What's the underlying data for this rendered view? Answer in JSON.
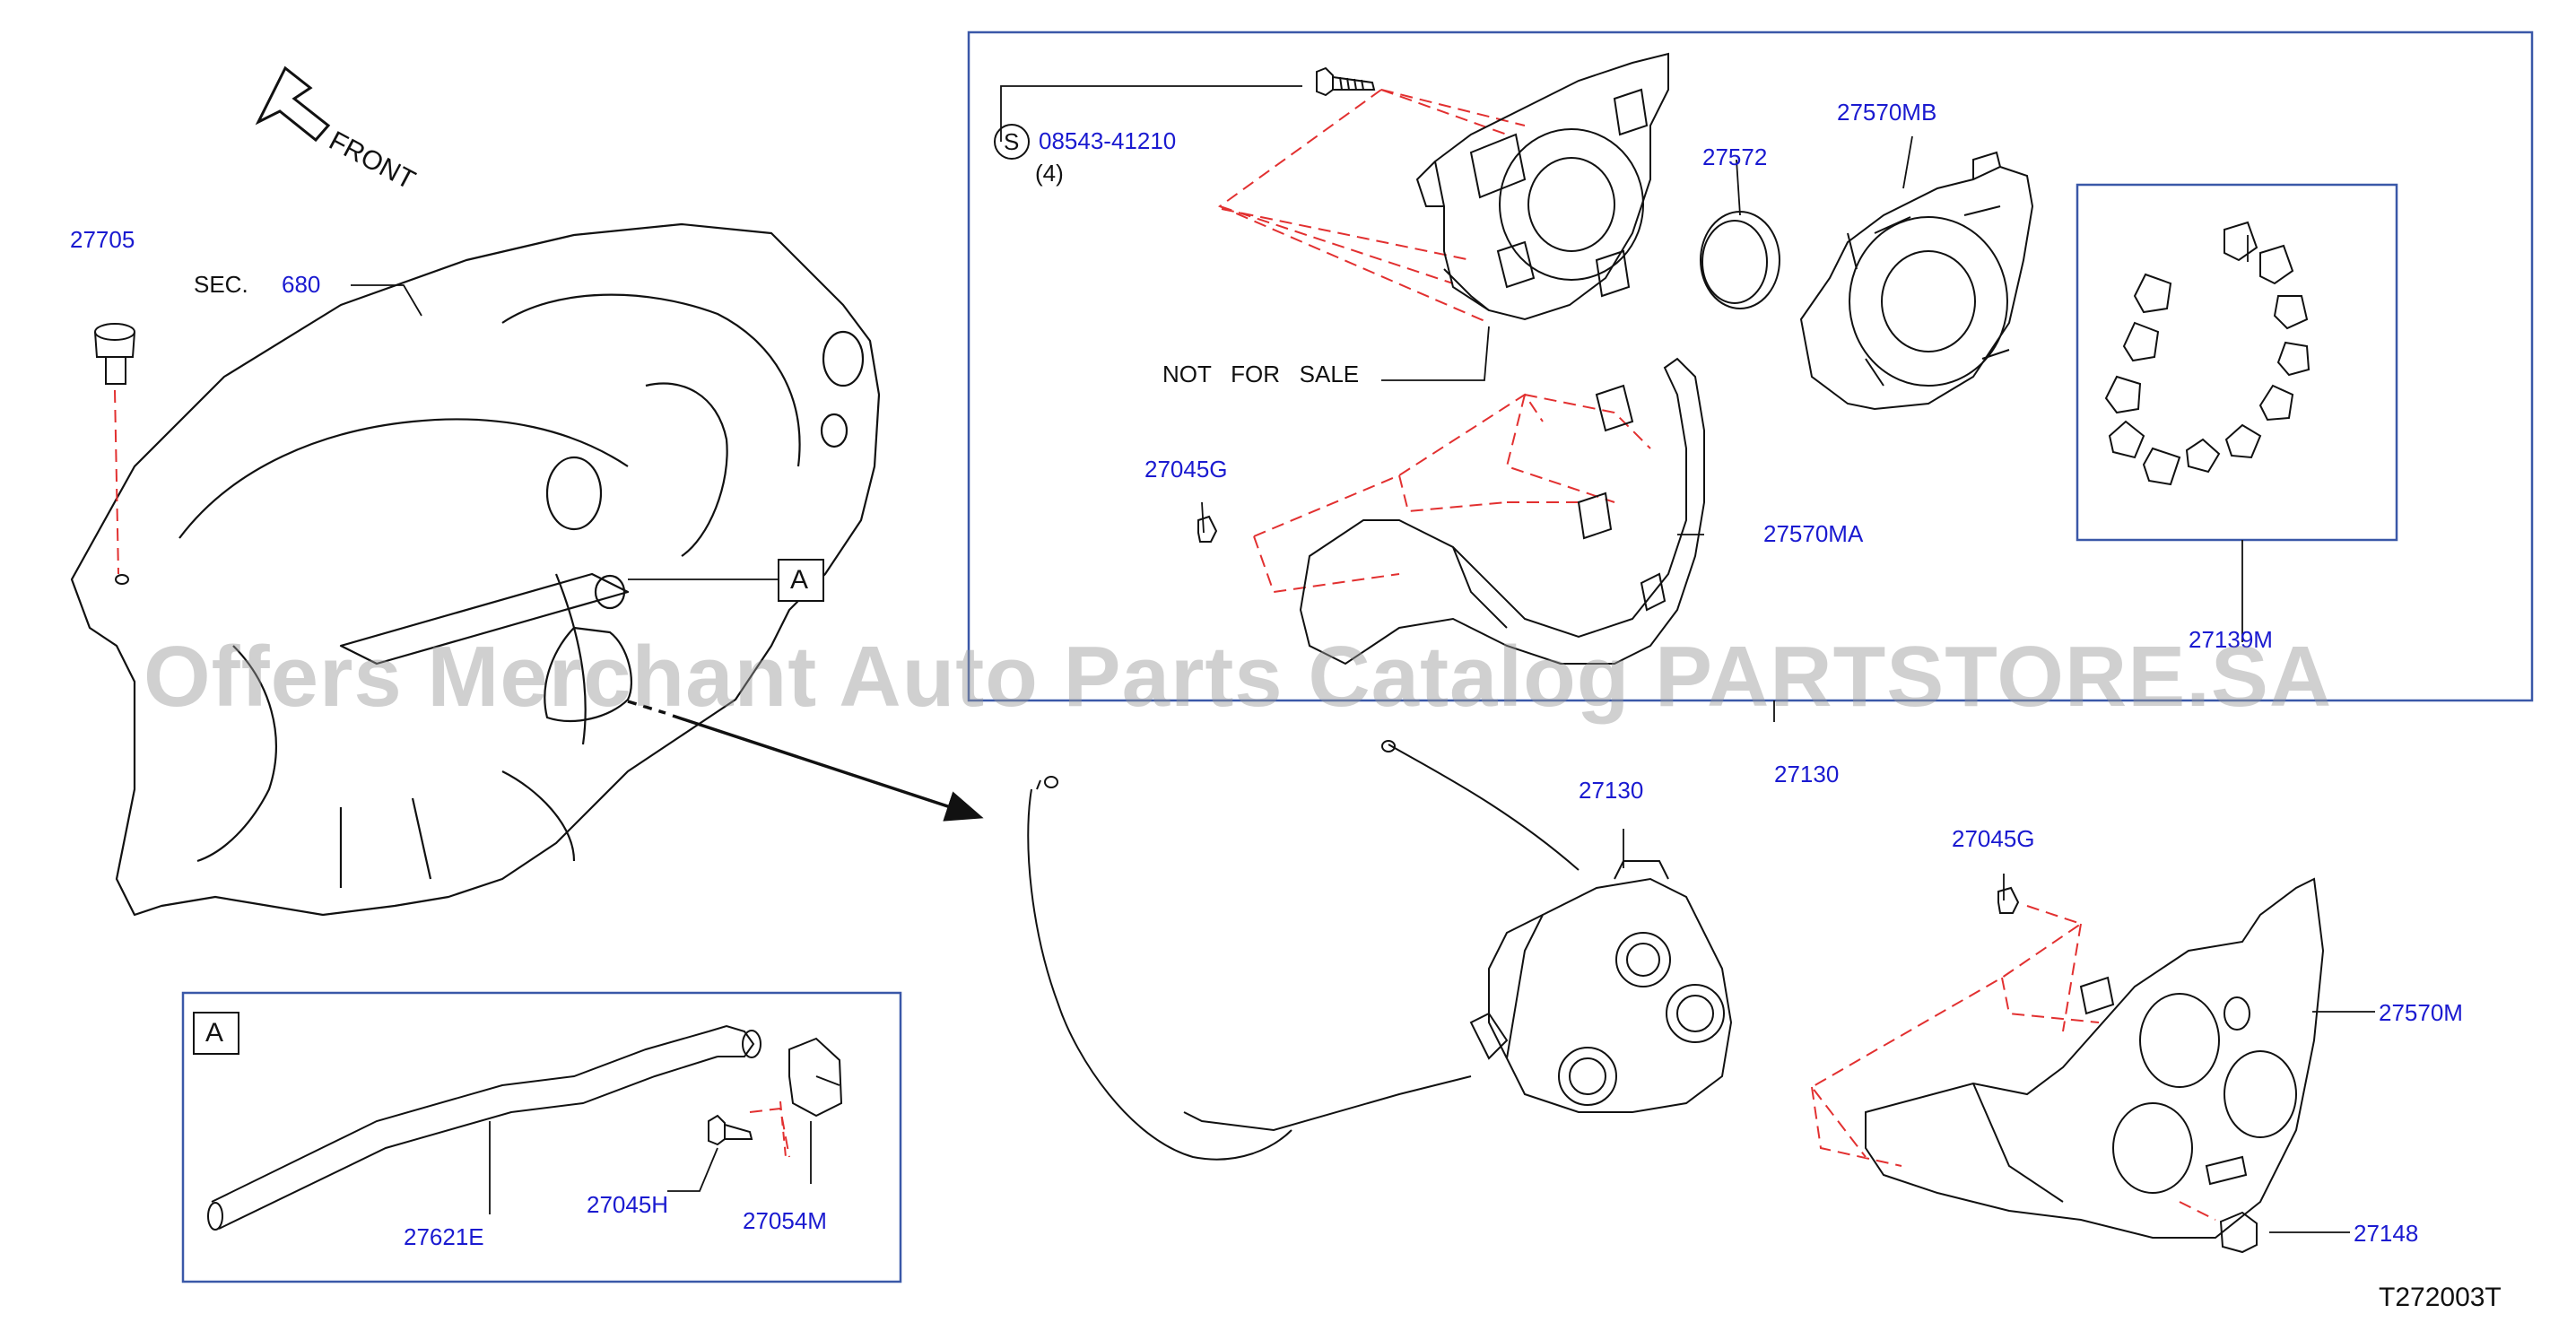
{
  "colors": {
    "label_blue": "#1a1ad0",
    "line_black": "#111111",
    "frame_blue": "#3a58a8",
    "dash_red": "#e23030",
    "watermark": "#969696"
  },
  "diagram": {
    "direction_label": "FRONT",
    "section_ref": {
      "prefix": "SEC.",
      "number": "680"
    },
    "screw_symbol": "S",
    "screw_part": "08543-41210",
    "screw_qty": "(4)",
    "not_for_sale": "NOT   FOR   SALE",
    "detail_marker": "A",
    "detail_box_marker": "A",
    "drawing_code": "T272003T",
    "watermark": "Offers Merchant Auto Parts Catalog PARTSTORE.SA",
    "parts": {
      "p27705": "27705",
      "p27572": "27572",
      "p27570MB": "27570MB",
      "p27045G_top": "27045G",
      "p27570MA": "27570MA",
      "p27139M": "27139M",
      "p27130_frame": "27130",
      "p27130_unit": "27130",
      "p27045G_bottom": "27045G",
      "p27570M": "27570M",
      "p27148": "27148",
      "p27621E": "27621E",
      "p27045H": "27045H",
      "p27054M": "27054M"
    }
  }
}
